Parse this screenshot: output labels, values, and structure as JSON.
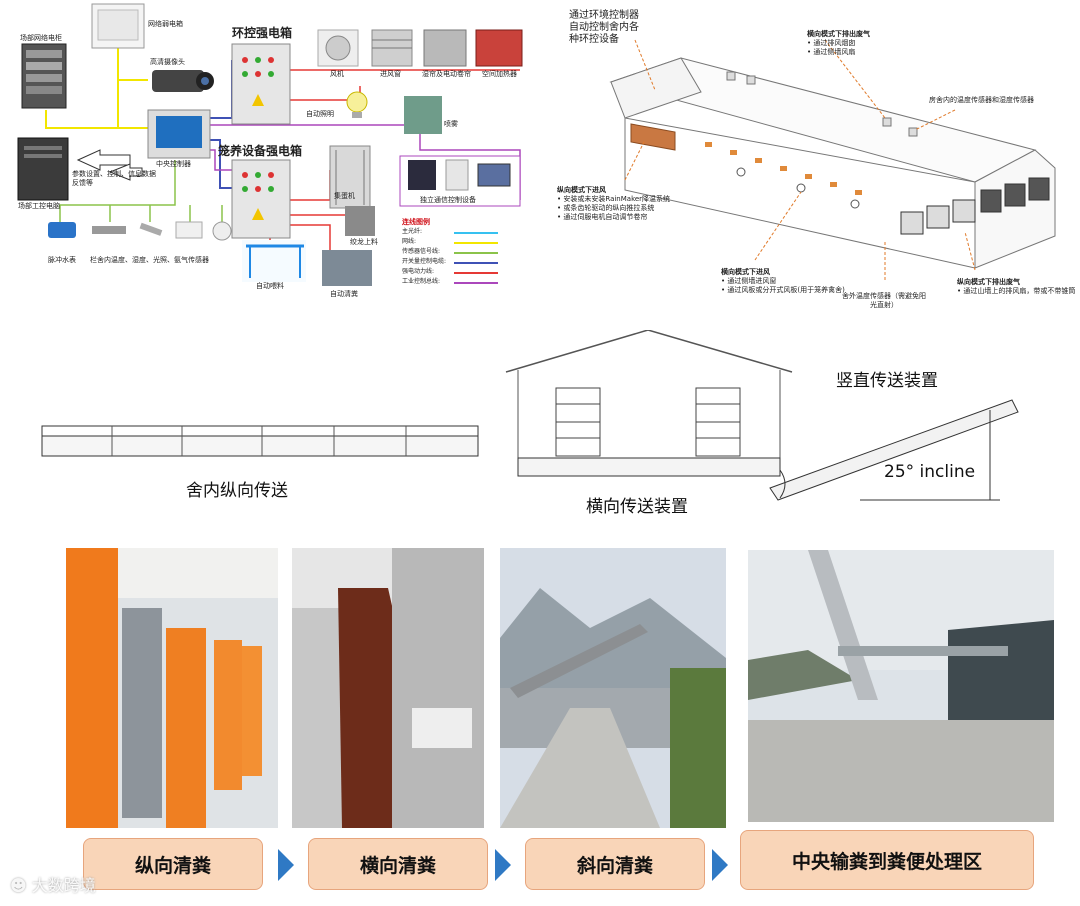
{
  "control": {
    "network_cabinet": "场部网络电柜",
    "weak_box": "网络弱电箱",
    "hd_camera": "高清摄像头",
    "env_box": "环控强电箱",
    "fan": "风机",
    "inlet": "进风窗",
    "curtain": "湿帘及电动卷帘",
    "heater": "空间加热器",
    "auto_light": "自动照明",
    "spray": "喷雾",
    "central_controller": "中央控制器",
    "feedback": "参数设置、控制、信息数据反馈等",
    "ipc": "场部工控电脑",
    "equip_box": "笼养设备强电箱",
    "egg_collector": "集蛋机",
    "independent": "独立通信控制设备",
    "auger": "绞龙上料",
    "auto_feed": "自动喂料",
    "auto_clean": "自动清粪",
    "water_meter": "脉冲水表",
    "sensors": "栏舍内温度、湿度、光照、氨气传感器",
    "legend_title": "连线图例",
    "legend": [
      "主光纤:",
      "网线:",
      "传感器信号线:",
      "开关量控制电缆:",
      "强电动力线:",
      "工业控制总线:"
    ],
    "legend_colors": [
      "#36c1f0",
      "#f2e600",
      "#8bc34a",
      "#3f51b5",
      "#e53935",
      "#ab47bc"
    ]
  },
  "house": {
    "env_note": "通过环境控制器自动控制舍内各种环控设备",
    "lat_exhaust_title": "横向模式下排出废气",
    "lat_exhaust_items": [
      "通过排风烟囱",
      "通过侧墙风扇"
    ],
    "sensor_in": "房舍内的温度传感器和湿度传感器",
    "long_inlet_title": "纵向模式下进风",
    "long_inlet_items": [
      "安装或未安装RainMaker降温系统",
      "或条齿轮驱动的纵向推拉系统",
      "通过伺服电机自动调节卷帘"
    ],
    "lat_inlet_title": "横向模式下进风",
    "lat_inlet_items": [
      "通过侧墙进风窗",
      "通过风板或分开式风板(用于笼养禽舍)"
    ],
    "sensor_out": "舍外温度传感器（需避免阳光直射）",
    "long_exhaust_title": "纵向模式下排出废气",
    "long_exhaust_items": [
      "通过山墙上的排风扇，带或不带锥筒"
    ]
  },
  "conveyor": {
    "longitudinal": "舍内纵向传送",
    "vertical": "竖直传送装置",
    "incline": "25° incline",
    "lateral": "横向传送装置"
  },
  "steps": [
    "纵向清粪",
    "横向清粪",
    "斜向清粪",
    "中央输粪到粪便处理区"
  ],
  "watermark": "大数跨境"
}
